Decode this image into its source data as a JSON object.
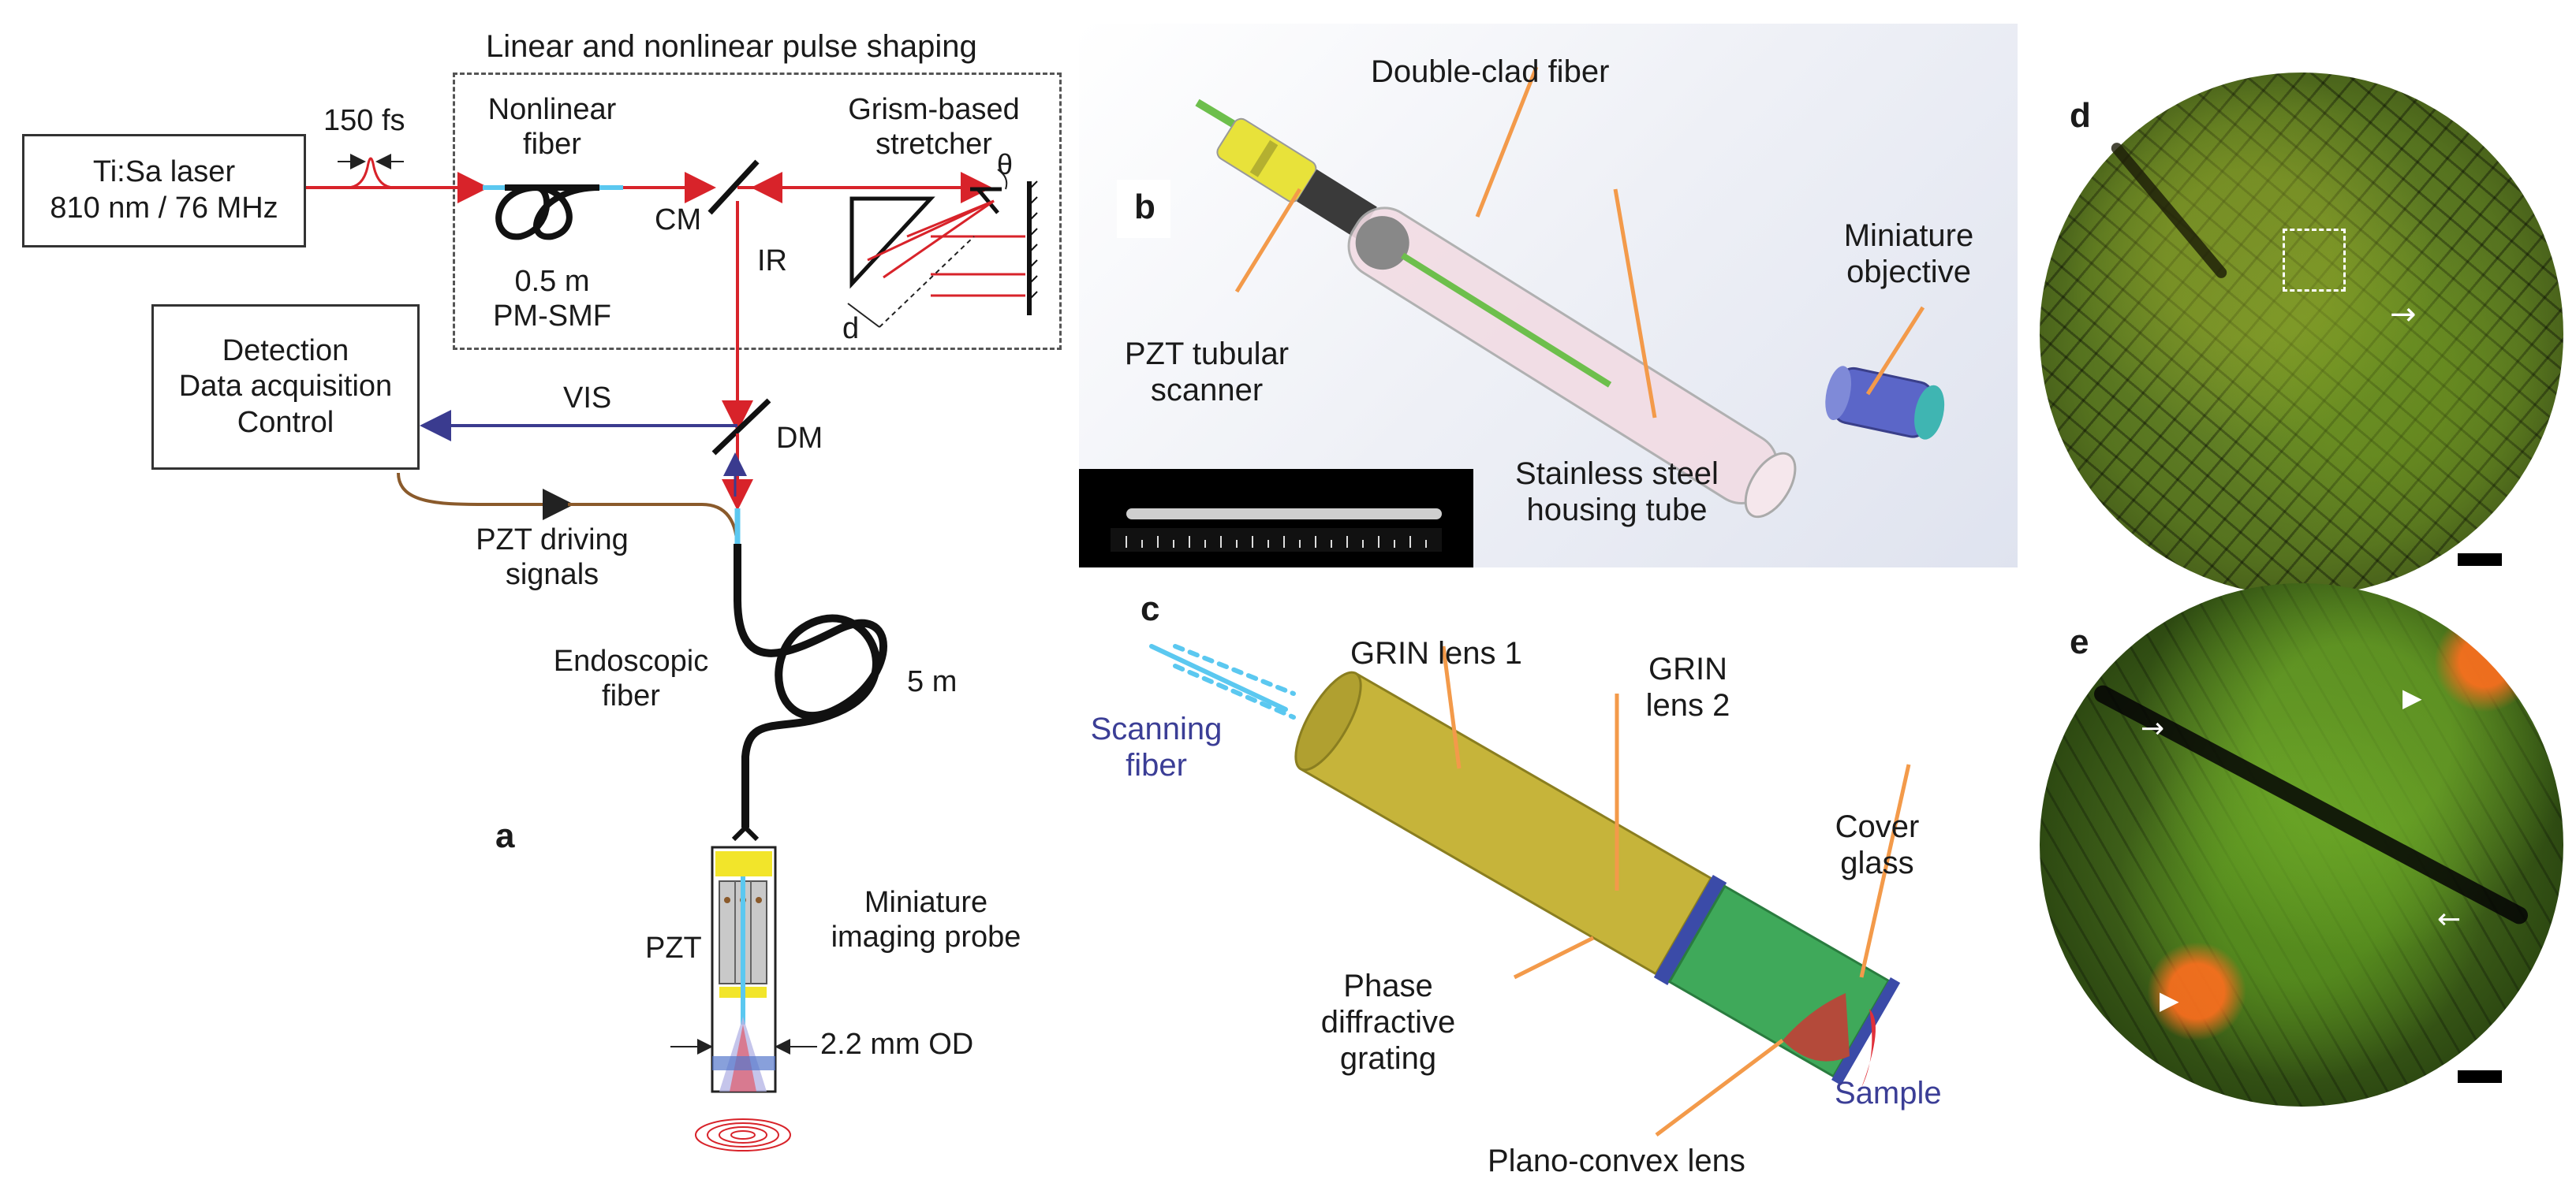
{
  "panel_a": {
    "letter": "a",
    "shaping_title": "Linear and nonlinear pulse shaping",
    "laser": {
      "line1": "Ti:Sa laser",
      "line2": "810 nm / 76 MHz"
    },
    "pulse_width": "150 fs",
    "nonlinear_fiber": "Nonlinear\nfiber",
    "nonlinear_fiber_l1": "Nonlinear",
    "nonlinear_fiber_l2": "fiber",
    "fiber_spec_l1": "0.5 m",
    "fiber_spec_l2": "PM-SMF",
    "stretcher_l1": "Grism-based",
    "stretcher_l2": "stretcher",
    "theta": "θ",
    "d": "d",
    "cm": "CM",
    "ir": "IR",
    "vis": "VIS",
    "dm": "DM",
    "detection": {
      "line1": "Detection",
      "line2": "Data acquisition",
      "line3": "Control"
    },
    "pzt_signals_l1": "PZT driving",
    "pzt_signals_l2": "signals",
    "endoscopic_l1": "Endoscopic",
    "endoscopic_l2": "fiber",
    "fiber_length": "5 m",
    "pzt": "PZT",
    "probe_l1": "Miniature",
    "probe_l2": "imaging probe",
    "od": "2.2 mm OD"
  },
  "panel_b": {
    "letter": "b",
    "double_clad": "Double-clad fiber",
    "objective_l1": "Miniature",
    "objective_l2": "objective",
    "pzt_l1": "PZT tubular",
    "pzt_l2": "scanner",
    "housing_l1": "Stainless steel",
    "housing_l2": "housing tube"
  },
  "panel_c": {
    "letter": "c",
    "scanning_l1": "Scanning",
    "scanning_l2": "fiber",
    "grin1": "GRIN lens 1",
    "grin2_l1": "GRIN",
    "grin2_l2": "lens 2",
    "cover_l1": "Cover",
    "cover_l2": "glass",
    "grating_l1": "Phase",
    "grating_l2": "diffractive",
    "grating_l3": "grating",
    "sample": "Sample",
    "planoconvex": "Plano-convex lens"
  },
  "panel_d": {
    "letter": "d"
  },
  "panel_e": {
    "letter": "e"
  },
  "colors": {
    "laser_red": "#d8232a",
    "vis_blue": "#3a3b8f",
    "fiber_cyan": "#5bc8f0",
    "label_blue": "#3b3e96",
    "arrow_orange": "#f39a4a",
    "pzt_brown": "#8a5a2b"
  }
}
